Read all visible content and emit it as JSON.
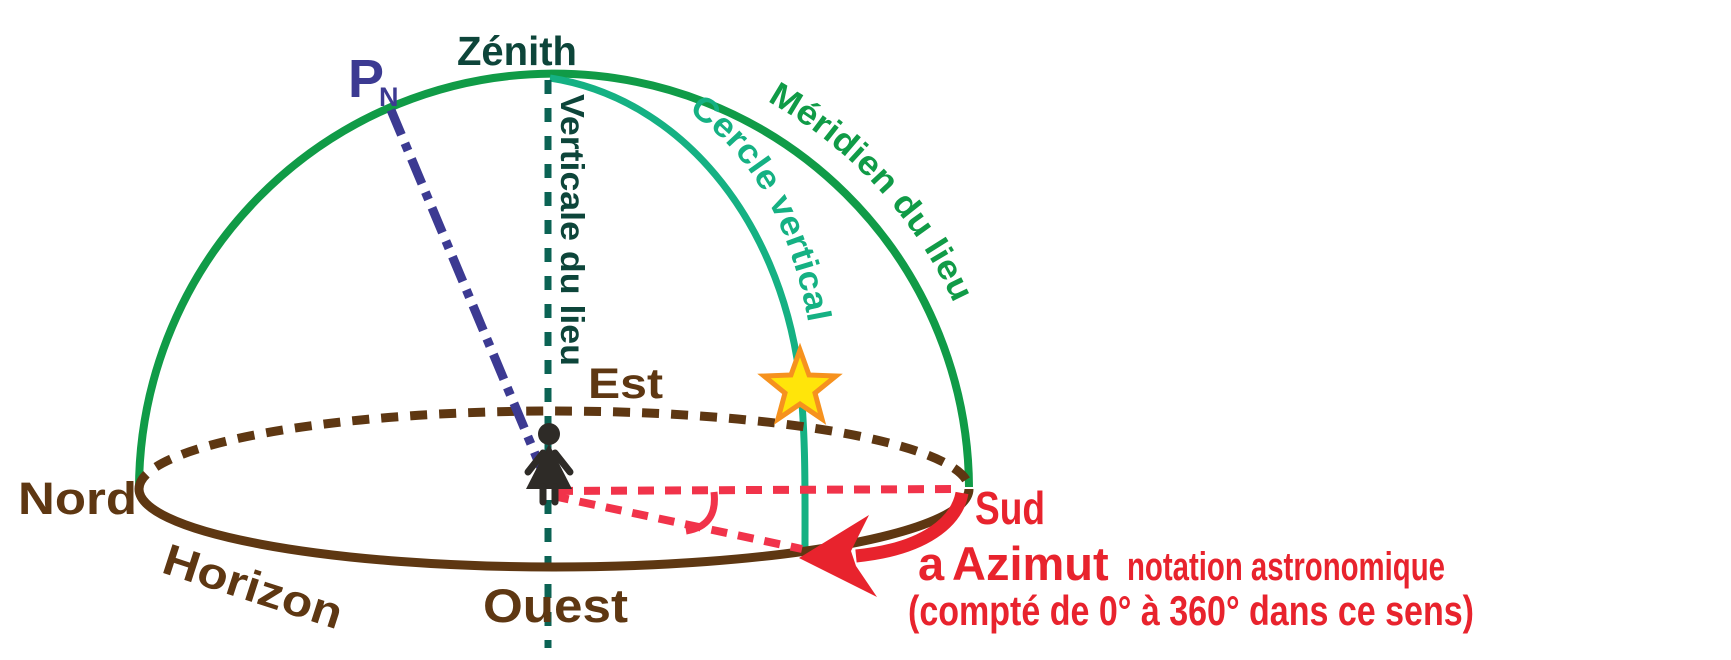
{
  "diagram": {
    "labels": {
      "zenith": "Zénith",
      "pole_letter": "P",
      "pole_sub": "N",
      "verticale_du_lieu": "Verticale du lieu",
      "meridien_du_lieu": "Méridien du lieu",
      "cercle_vertical": "Cercle vertical",
      "est": "Est",
      "nord": "Nord",
      "sud": "Sud",
      "ouest": "Ouest",
      "horizon": "Horizon",
      "azimut_symbol": "a",
      "azimut_word": "Azimut",
      "notation_line1": "notation astronomique",
      "notation_line2": "(compté de 0° à 360° dans ce sens)"
    },
    "colors": {
      "dome_green": "#109b47",
      "vertical_circle_teal": "#15b183",
      "dark_teal": "#0d453a",
      "teal_dash": "#0b6354",
      "blue_violet": "#3c3a92",
      "brown": "#5e3712",
      "red": "#e8232d",
      "red_light": "#f1334a",
      "star_fill": "#ffe50a",
      "star_stroke": "#f6921e",
      "person": "#2e2b27"
    }
  }
}
